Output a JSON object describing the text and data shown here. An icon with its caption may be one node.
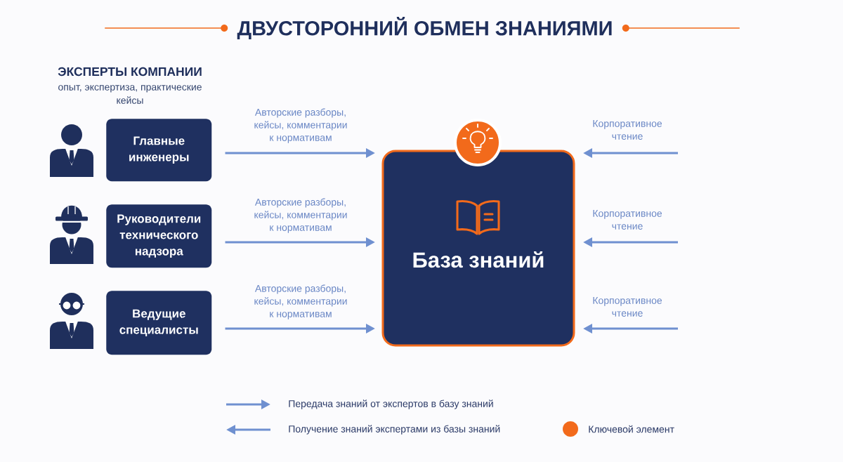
{
  "diagram": {
    "title": "ДВУСТОРОННИЙ ОБМЕН ЗНАНИЯМИ",
    "nodes": [
      {
        "text": [
          "Главные инженеры"
        ]
      },
      {
        "text": [
          "Руководители технического надзора"
        ]
      },
      {
        "text": [
          "Ведущие специалисты"
        ]
      },
      {
        "text": [
          "База знаний"
        ]
      }
    ],
    "edges": [
      {
        "from": 0,
        "to": 3,
        "arrow": "to",
        "label": "Авторские разборы, кейсы, комментарии к нормативам"
      },
      {
        "from": 1,
        "to": 3,
        "arrow": "to",
        "label": "Авторские разборы, кейсы, комментарии к нормативам"
      },
      {
        "from": 2,
        "to": 3,
        "arrow": "to",
        "label": "Авторские разборы, кейсы, комментарии к нормативам"
      },
      {
        "from": null,
        "to": 3,
        "arrow": "to",
        "label": "Корпоративное чтение"
      },
      {
        "from": null,
        "to": 3,
        "arrow": "to",
        "label": "Корпоративное чтение"
      },
      {
        "from": null,
        "to": 3,
        "arrow": "to",
        "label": "Корпоративное чтение"
      }
    ],
    "labels": [
      "ЭКСПЕРТЫ КОМПАНИИ",
      "опыт, экспертиза, практические кейсы"
    ],
    "legend": [
      {
        "text": "Передача знаний от экспертов в базу знаний"
      },
      {
        "text": "Получение знаний экспертами из базы знаний"
      },
      {
        "text": "Ключевой элемент",
        "color": "#f26a1b"
      }
    ]
  }
}
